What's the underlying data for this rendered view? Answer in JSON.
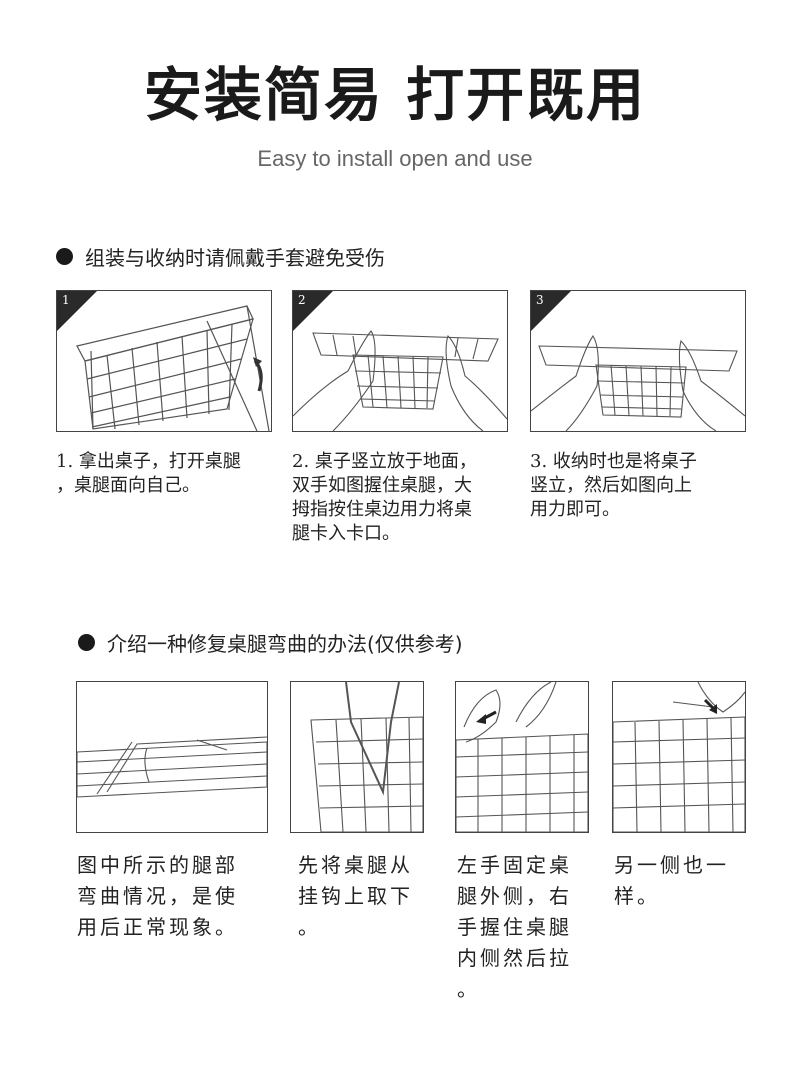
{
  "header": {
    "title": "安装简易 打开既用",
    "subtitle": "Easy to install open and use"
  },
  "section1": {
    "heading": "组装与收纳时请佩戴手套避免受伤",
    "steps": [
      {
        "num": "1",
        "caption_lines": [
          "1. 拿出桌子，打开桌腿",
          "，桌腿面向自己。"
        ]
      },
      {
        "num": "2",
        "caption_lines": [
          "2. 桌子竖立放于地面，",
          "双手如图握住桌腿，大",
          "拇指按住桌边用力将桌",
          "腿卡入卡口。"
        ]
      },
      {
        "num": "3",
        "caption_lines": [
          "3. 收纳时也是将桌子",
          "竖立，然后如图向上",
          "用力即可。"
        ]
      }
    ]
  },
  "section2": {
    "heading": "介绍一种修复桌腿弯曲的办法(仅供参考)",
    "steps": [
      {
        "caption_lines": [
          "图中所示的腿部",
          "弯曲情况，是使",
          "用后正常现象。"
        ]
      },
      {
        "caption_lines": [
          "先将桌腿从",
          "挂钩上取下",
          "。"
        ]
      },
      {
        "caption_lines": [
          "左手固定桌",
          "腿外侧，右",
          "手握住桌腿",
          "内侧然后拉",
          "。"
        ]
      },
      {
        "caption_lines": [
          "另一侧也一",
          "样。"
        ]
      }
    ]
  }
}
